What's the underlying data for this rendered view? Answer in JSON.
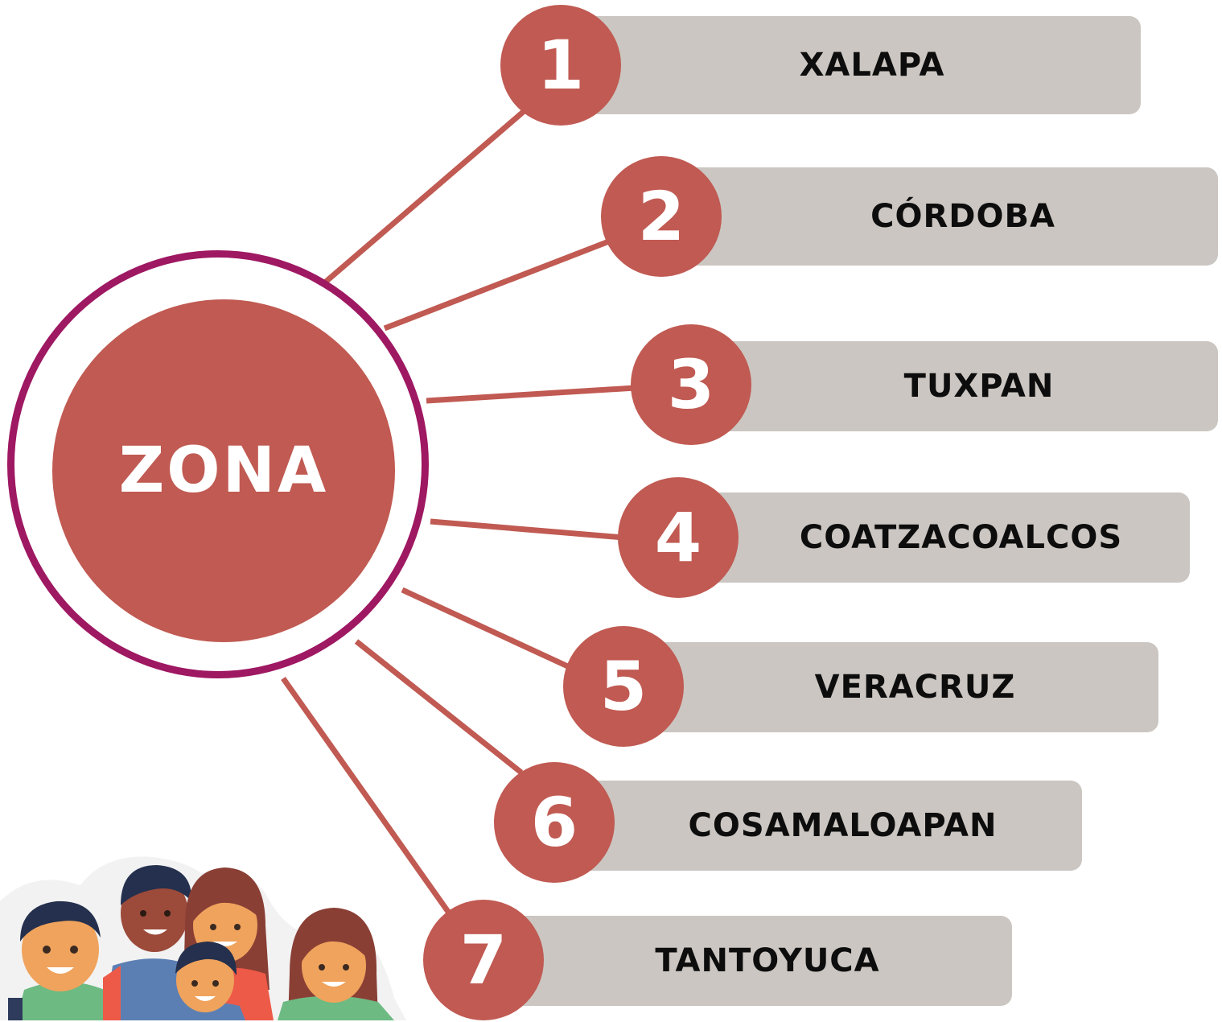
{
  "hub": {
    "label": "ZONA"
  },
  "colors": {
    "accent": "#c05a52",
    "ring": "#9e1862",
    "pill": "#cbc6c1",
    "text_dark": "#0d0d0d"
  },
  "zones": [
    {
      "number": "1",
      "name": "XALAPA"
    },
    {
      "number": "2",
      "name": "CÓRDOBA"
    },
    {
      "number": "3",
      "name": "TUXPAN"
    },
    {
      "number": "4",
      "name": "COATZACOALCOS"
    },
    {
      "number": "5",
      "name": "VERACRUZ"
    },
    {
      "number": "6",
      "name": "COSAMALOAPAN"
    },
    {
      "number": "7",
      "name": "TANTOYUCA"
    }
  ],
  "illustration": {
    "description": "group-of-students-illustration"
  }
}
